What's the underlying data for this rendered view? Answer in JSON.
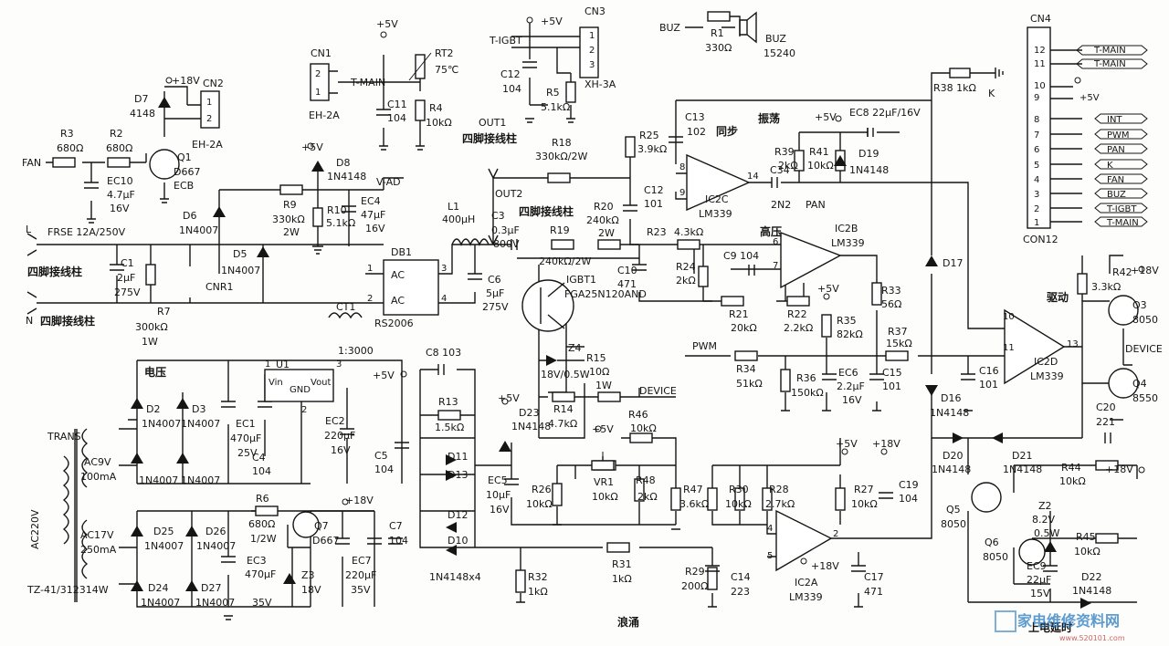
{
  "power_input": {
    "fan": "FAN",
    "line": "L",
    "neutral": "N",
    "fuse": "FRSE  12A/250V",
    "terminal_l": "四脚接线柱",
    "terminal_n": "四脚接线柱"
  },
  "transformer": {
    "name": "TRANS",
    "primary": "AC220V",
    "sec1": "AC9V",
    "sec1_i": "100mA",
    "sec2": "AC17V",
    "sec2_i": "250mA",
    "model": "TZ-41/312314W"
  },
  "labels": {
    "voltage": "电压",
    "sync": "同步",
    "osc": "振荡",
    "high_v": "高压",
    "drive": "驱动",
    "surge": "浪涌",
    "power_delay": "上电延时",
    "out1": "OUT1",
    "out2": "OUT2",
    "out1_term": "四脚接线柱",
    "out2_term": "四脚接线柱",
    "t_igbt": "T-IGBT",
    "t_main": "T-MAIN",
    "buz": "BUZ",
    "pwm": "PWM",
    "device": "DEVICE",
    "pan": "PAN",
    "k": "K",
    "v_ad": "V-AD",
    "d_ratio": "1:3000",
    "device2": "DEVICE"
  },
  "rails": {
    "p5": "+5V",
    "p18": "+18V"
  },
  "components": {
    "R1": "R1",
    "R1v": "330Ω",
    "R2": "R2",
    "R2v": "680Ω",
    "R3": "R3",
    "R3v": "680Ω",
    "R4": "R4",
    "R4v": "10kΩ",
    "R5": "R5",
    "R5v": "5.1kΩ",
    "R6": "R6",
    "R6v": "680Ω",
    "R6w": "1/2W",
    "R7": "R7",
    "R7v": "300kΩ",
    "R7w": "1W",
    "R9": "R9",
    "R9v": "330kΩ",
    "R9w": "2W",
    "R10": "R10",
    "R10v": "5.1kΩ",
    "R13": "R13",
    "R13v": "1.5kΩ",
    "R14": "R14",
    "R14v": "4.7kΩ",
    "R15": "R15",
    "R15v": "10Ω",
    "R15w": "1W",
    "R18": "R18",
    "R18v": "330kΩ/2W",
    "R19": "R19",
    "R19v": "240kΩ/2W",
    "R20": "R20",
    "R20v": "240kΩ",
    "R20w": "2W",
    "R21": "R21",
    "R21v": "20kΩ",
    "R22": "R22",
    "R22v": "2.2kΩ",
    "R23": "R23",
    "R23v": "4.3kΩ",
    "R24": "R24",
    "R24v": "2kΩ",
    "R25": "R25",
    "R25v": "3.9kΩ",
    "R26": "R26",
    "R26v": "10kΩ",
    "R27": "R27",
    "R27v": "10kΩ",
    "R28": "R28",
    "R28v": "2.7kΩ",
    "R29": "R29",
    "R29v": "200Ω",
    "R30": "R30",
    "R30v": "10kΩ",
    "R31": "R31",
    "R31v": "1kΩ",
    "R32": "R32",
    "R32v": "1kΩ",
    "R33": "R33",
    "R33v": "56Ω",
    "R34": "R34",
    "R34v": "51kΩ",
    "R35": "R35",
    "R35v": "82kΩ",
    "R36": "R36",
    "R36v": "150kΩ",
    "R37": "R37",
    "R37v": "15kΩ",
    "R38": "R38  1kΩ",
    "R39": "R39",
    "R39v": "2kΩ",
    "R41": "R41",
    "R41v": "10kΩ",
    "R42": "R42",
    "R42v": "3.3kΩ",
    "R44": "R44",
    "R44v": "10kΩ",
    "R45": "R45",
    "R45v": "10kΩ",
    "R46": "R46",
    "R46v": "10kΩ",
    "R47": "R47",
    "R47v": "3.6kΩ",
    "R48": "R48",
    "R48v": "2kΩ",
    "RT2": "RT2",
    "RT2v": "75℃",
    "VR1": "VR1",
    "VR1v": "10kΩ",
    "C1": "C1",
    "C1v": "2μF",
    "C1w": "275V",
    "C3": "C3",
    "C3v": "0.3μF",
    "C3w": "800V",
    "C4": "C4",
    "C4v": "104",
    "C5": "C5",
    "C5v": "104",
    "C6": "C6",
    "C6v": "5μF",
    "C6w": "275V",
    "C7": "C7",
    "C7v": "104",
    "C8": "C8  103",
    "C9": "C9  104",
    "C10": "C10",
    "C10v": "471",
    "C11": "C11",
    "C11v": "104",
    "C12a": "C12",
    "C12av": "104",
    "C12b": "C12",
    "C12bv": "101",
    "C13": "C13",
    "C13v": "102",
    "C14": "C14",
    "C14v": "223",
    "C15": "C15",
    "C15v": "101",
    "C16": "C16",
    "C16v": "101",
    "C17": "C17",
    "C17v": "471",
    "C19": "C19",
    "C19v": "104",
    "C20": "C20",
    "C20v": "221",
    "C34": "C34",
    "C34v": "2N2",
    "EC1": "EC1",
    "EC1v": "470μF",
    "EC1w": "25V",
    "EC2": "EC2",
    "EC2v": "220μF",
    "EC2w": "16V",
    "EC3": "EC3",
    "EC3v": "470μF",
    "EC3w": "35V",
    "EC4": "EC4",
    "EC4v": "47μF",
    "EC4w": "16V",
    "EC5": "EC5",
    "EC5v": "10μF",
    "EC5w": "16V",
    "EC6": "EC6",
    "EC6v": "2.2μF",
    "EC6w": "16V",
    "EC7": "EC7",
    "EC7v": "220μF",
    "EC7w": "35V",
    "EC8": "EC8  22μF/16V",
    "EC9": "EC9",
    "EC9v": "22μF",
    "EC9w": "15V",
    "EC10": "EC10",
    "EC10v": "4.7μF",
    "EC10w": "16V",
    "D2": "D2",
    "D3": "D3",
    "D5": "D5",
    "D6": "D6",
    "D7": "D7",
    "D7v": "4148",
    "D8": "D8",
    "D8v": "1N4148",
    "D10": "D10",
    "D11": "D11",
    "D12": "D12",
    "D13": "D13",
    "D16": "D16",
    "D16v": "1N4148",
    "D17": "D17",
    "D19": "D19",
    "D19v": "1N4148",
    "D20": "D20",
    "D20v": "1N4148",
    "D21": "D21",
    "D21v": "1N4148",
    "D22": "D22",
    "D22v": "1N4148",
    "D23": "D23",
    "D23v": "1N4148",
    "D24": "D24",
    "D25": "D25",
    "D26": "D26",
    "D27": "D27",
    "n4007": "1N4007",
    "n4148x4": "1N4148x4",
    "Z2": "Z2",
    "Z2v": "8.2V",
    "Z2w": "0.5W",
    "Z3": "Z3",
    "Z3v": "18V",
    "Z4": "Z4",
    "Z4v": "18V/0.5W",
    "Q1": "Q1",
    "Q1v": "D667",
    "Q1e": "ECB",
    "Q3": "Q3",
    "Q3v": "8050",
    "Q4": "Q4",
    "Q4v": "8550",
    "Q5": "Q5",
    "Q5v": "8050",
    "Q6": "Q6",
    "Q6v": "8050",
    "Q7": "Q7",
    "Q7v": "D667",
    "L1": "L1",
    "L1v": "400μH",
    "CT1": "CT1",
    "CNR1": "CNR1",
    "DB1": "DB1",
    "DB1v": "RS2006",
    "DB1_ac": "AC",
    "IGBT1": "IGBT1",
    "IGBT1v": "FGA25N120AND",
    "U1": "U1",
    "U1_vin": "Vin",
    "U1_gnd": "GND",
    "U1_vout": "Vout",
    "IC2A": "IC2A",
    "IC2B": "IC2B",
    "IC2C": "IC2C",
    "IC2D": "IC2D",
    "LM339": "LM339",
    "CN1": "CN1",
    "CN1v": "EH-2A",
    "CN2": "CN2",
    "CN2v": "EH-2A",
    "CN3": "CN3",
    "CN3v": "XH-3A",
    "BUZ": "BUZ",
    "BUZv": "15240"
  },
  "connector": {
    "title": "CN4",
    "model": "CON12",
    "pins": [
      {
        "n": "12",
        "label": "T-MAIN"
      },
      {
        "n": "11",
        "label": "T-MAIN"
      },
      {
        "n": "10",
        "label": ""
      },
      {
        "n": "9",
        "label": "+5V"
      },
      {
        "n": "8",
        "label": "INT"
      },
      {
        "n": "7",
        "label": "PWM"
      },
      {
        "n": "6",
        "label": "PAN"
      },
      {
        "n": "5",
        "label": "K"
      },
      {
        "n": "4",
        "label": "FAN"
      },
      {
        "n": "3",
        "label": "BUZ"
      },
      {
        "n": "2",
        "label": "T-IGBT"
      },
      {
        "n": "1",
        "label": "T-MAIN"
      }
    ]
  },
  "watermark": {
    "text": "家电维修资料网",
    "url": "www.520101.com"
  }
}
